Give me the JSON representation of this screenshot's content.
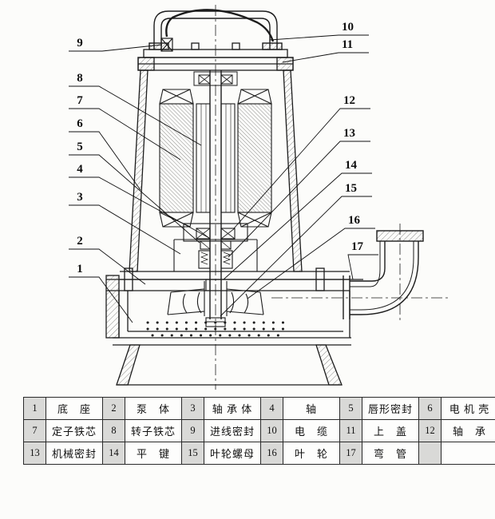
{
  "figure": {
    "kind": "technical cross-section drawing",
    "subject": "submersible pump assembly with numbered part callouts"
  },
  "callouts": {
    "c1": "1",
    "c2": "2",
    "c3": "3",
    "c4": "4",
    "c5": "5",
    "c6": "6",
    "c7": "7",
    "c8": "8",
    "c9": "9",
    "c10": "10",
    "c11": "11",
    "c12": "12",
    "c13": "13",
    "c14": "14",
    "c15": "15",
    "c16": "16",
    "c17": "17"
  },
  "parts": {
    "rows": [
      {
        "cells": [
          {
            "no": "1",
            "name": "底　座"
          },
          {
            "no": "2",
            "name": "泵　体"
          },
          {
            "no": "3",
            "name": "轴 承 体"
          },
          {
            "no": "4",
            "name": "轴"
          },
          {
            "no": "5",
            "name": "唇形密封"
          },
          {
            "no": "6",
            "name": "电 机 壳"
          }
        ]
      },
      {
        "cells": [
          {
            "no": "7",
            "name": "定子铁芯"
          },
          {
            "no": "8",
            "name": "转子铁芯"
          },
          {
            "no": "9",
            "name": "进线密封"
          },
          {
            "no": "10",
            "name": "电　缆"
          },
          {
            "no": "11",
            "name": "上　盖"
          },
          {
            "no": "12",
            "name": "轴　承"
          }
        ]
      },
      {
        "cells": [
          {
            "no": "13",
            "name": "机械密封"
          },
          {
            "no": "14",
            "name": "平　键"
          },
          {
            "no": "15",
            "name": "叶轮螺母"
          },
          {
            "no": "16",
            "name": "叶　轮"
          },
          {
            "no": "17",
            "name": "弯　管"
          },
          {
            "no": "",
            "name": ""
          }
        ]
      }
    ]
  }
}
